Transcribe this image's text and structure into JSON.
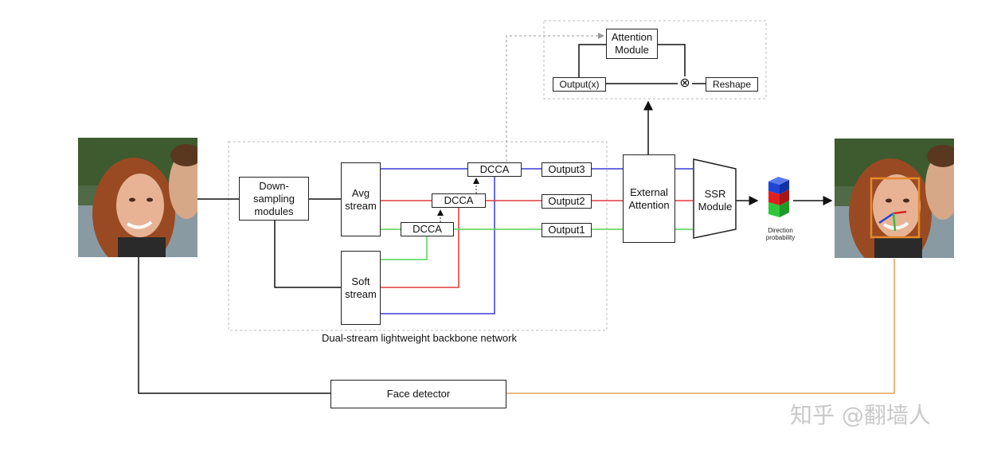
{
  "figure": {
    "downsampling": "Down-\nsampling\nmodules",
    "avg_stream": "Avg\nstream",
    "soft_stream": "Soft\nstream",
    "dcca_labels": [
      "DCCA",
      "DCCA",
      "DCCA"
    ],
    "outputs": [
      "Output3",
      "Output2",
      "Output1"
    ],
    "external_attention": "External\nAttention",
    "ssr_module": "SSR\nModule",
    "direction_probability": "Direction\nprobability",
    "attention_module": "Attention\nModule",
    "output_x": "Output(x)",
    "multiply_symbol": "⊗",
    "reshape": "Reshape",
    "backbone_caption": "Dual-stream lightweight backbone network",
    "face_detector": "Face detector",
    "watermark": "知乎 @翻墙人"
  },
  "colors": {
    "blue_stream": "#3b3bd6",
    "red_stream": "#e03a3a",
    "green_stream": "#55d055",
    "face_box": "#e88a2a",
    "cube_top": "#1f44d8",
    "cube_mid": "#e02020",
    "cube_bottom": "#2fc83a"
  },
  "icons": {
    "input_photo": "input-face-photo",
    "output_photo": "output-face-photo-with-pose-axes",
    "probability_cube": "direction-probability-cube-icon"
  }
}
